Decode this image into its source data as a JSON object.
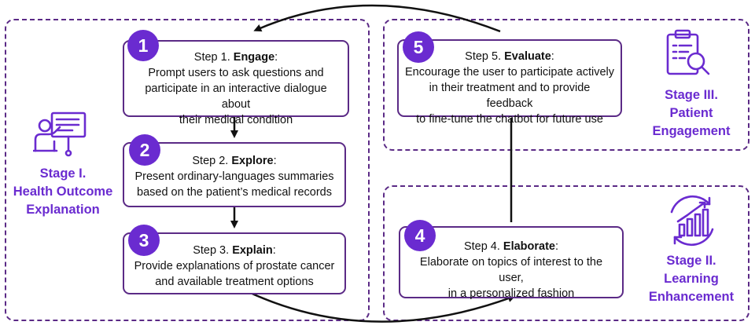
{
  "colors": {
    "accent": "#6a2bd0",
    "border": "#5b2a86",
    "arrow": "#111111"
  },
  "steps": [
    {
      "number": "1",
      "prefix": "Step 1. ",
      "name": "Engage",
      "suffix": ":",
      "lines": [
        "Prompt users to ask questions and",
        "participate in an interactive dialogue about",
        "their medical condition"
      ]
    },
    {
      "number": "2",
      "prefix": "Step 2. ",
      "name": "Explore",
      "suffix": ":",
      "lines": [
        "Present ordinary-languages summaries",
        "based on the patient’s medical records"
      ]
    },
    {
      "number": "3",
      "prefix": "Step 3. ",
      "name": "Explain",
      "suffix": ":",
      "lines": [
        "Provide explanations of prostate cancer",
        "and available treatment options"
      ]
    },
    {
      "number": "4",
      "prefix": "Step 4. ",
      "name": "Elaborate",
      "suffix": ":",
      "lines": [
        "Elaborate on topics of interest to the user,",
        "in a personalized fashion"
      ]
    },
    {
      "number": "5",
      "prefix": "Step 5. ",
      "name": "Evaluate",
      "suffix": ":",
      "lines": [
        "Encourage the user to participate actively",
        "in their treatment and to provide feedback",
        "to fine-tune the chatbot for future use"
      ]
    }
  ],
  "stages": {
    "stage1": {
      "lines": [
        "Stage I.",
        "Health Outcome",
        "Explanation"
      ],
      "icon": "presentation-icon"
    },
    "stage2": {
      "lines": [
        "Stage II.",
        "Learning",
        "Enhancement"
      ],
      "icon": "growth-chart-icon"
    },
    "stage3": {
      "lines": [
        "Stage III.",
        "Patient",
        "Engagement"
      ],
      "icon": "clipboard-search-icon"
    }
  }
}
